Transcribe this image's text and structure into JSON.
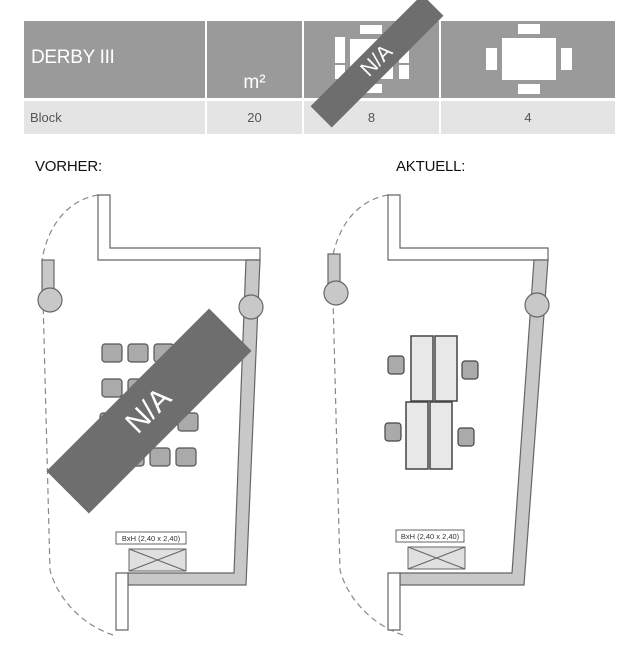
{
  "table": {
    "room_name": "DERBY III",
    "area_unit": "m²",
    "na_label": "N/A",
    "row": {
      "label": "Block",
      "area": "20",
      "capacity_theater": "8",
      "capacity_block": "4"
    },
    "icons": [
      "theater-seating-icon",
      "block-table-icon"
    ]
  },
  "plans": {
    "before_label": "VORHER:",
    "current_label": "AKTUELL:",
    "door_label_left": "BxH (2,40 x 2,40)",
    "door_label_right": "BxH (2,40 x 2,40)",
    "na_label": "N/A"
  },
  "colors": {
    "header_bg": "#9a9a9a",
    "row_bg": "#e4e4e4",
    "na_band": "#6e6e6e",
    "wall": "#c8c8c8"
  }
}
